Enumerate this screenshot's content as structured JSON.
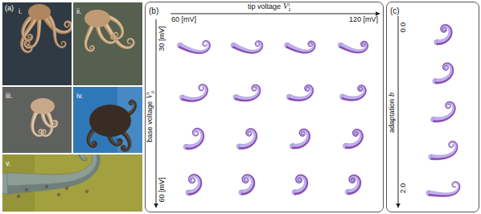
{
  "diagram": {
    "nodes": [
      {
        "text": [
          "i."
        ]
      },
      {
        "text": [
          "ii."
        ]
      },
      {
        "text": [
          "iii."
        ]
      },
      {
        "text": [
          "iv."
        ]
      },
      {
        "text": [
          "v."
        ]
      },
      {
        "text": [
          "(b)"
        ]
      },
      {
        "text": [
          "(c)"
        ]
      }
    ],
    "labels": [
      "(a)",
      "tip voltage",
      "V",
      "L",
      "t",
      "60 [mV]",
      "120 [mV]",
      "base voltage",
      "V",
      "0",
      "t",
      "30 [mV]",
      "60 [mV]",
      "adaptation",
      "b",
      "0.0",
      "2.0"
    ]
  }
}
